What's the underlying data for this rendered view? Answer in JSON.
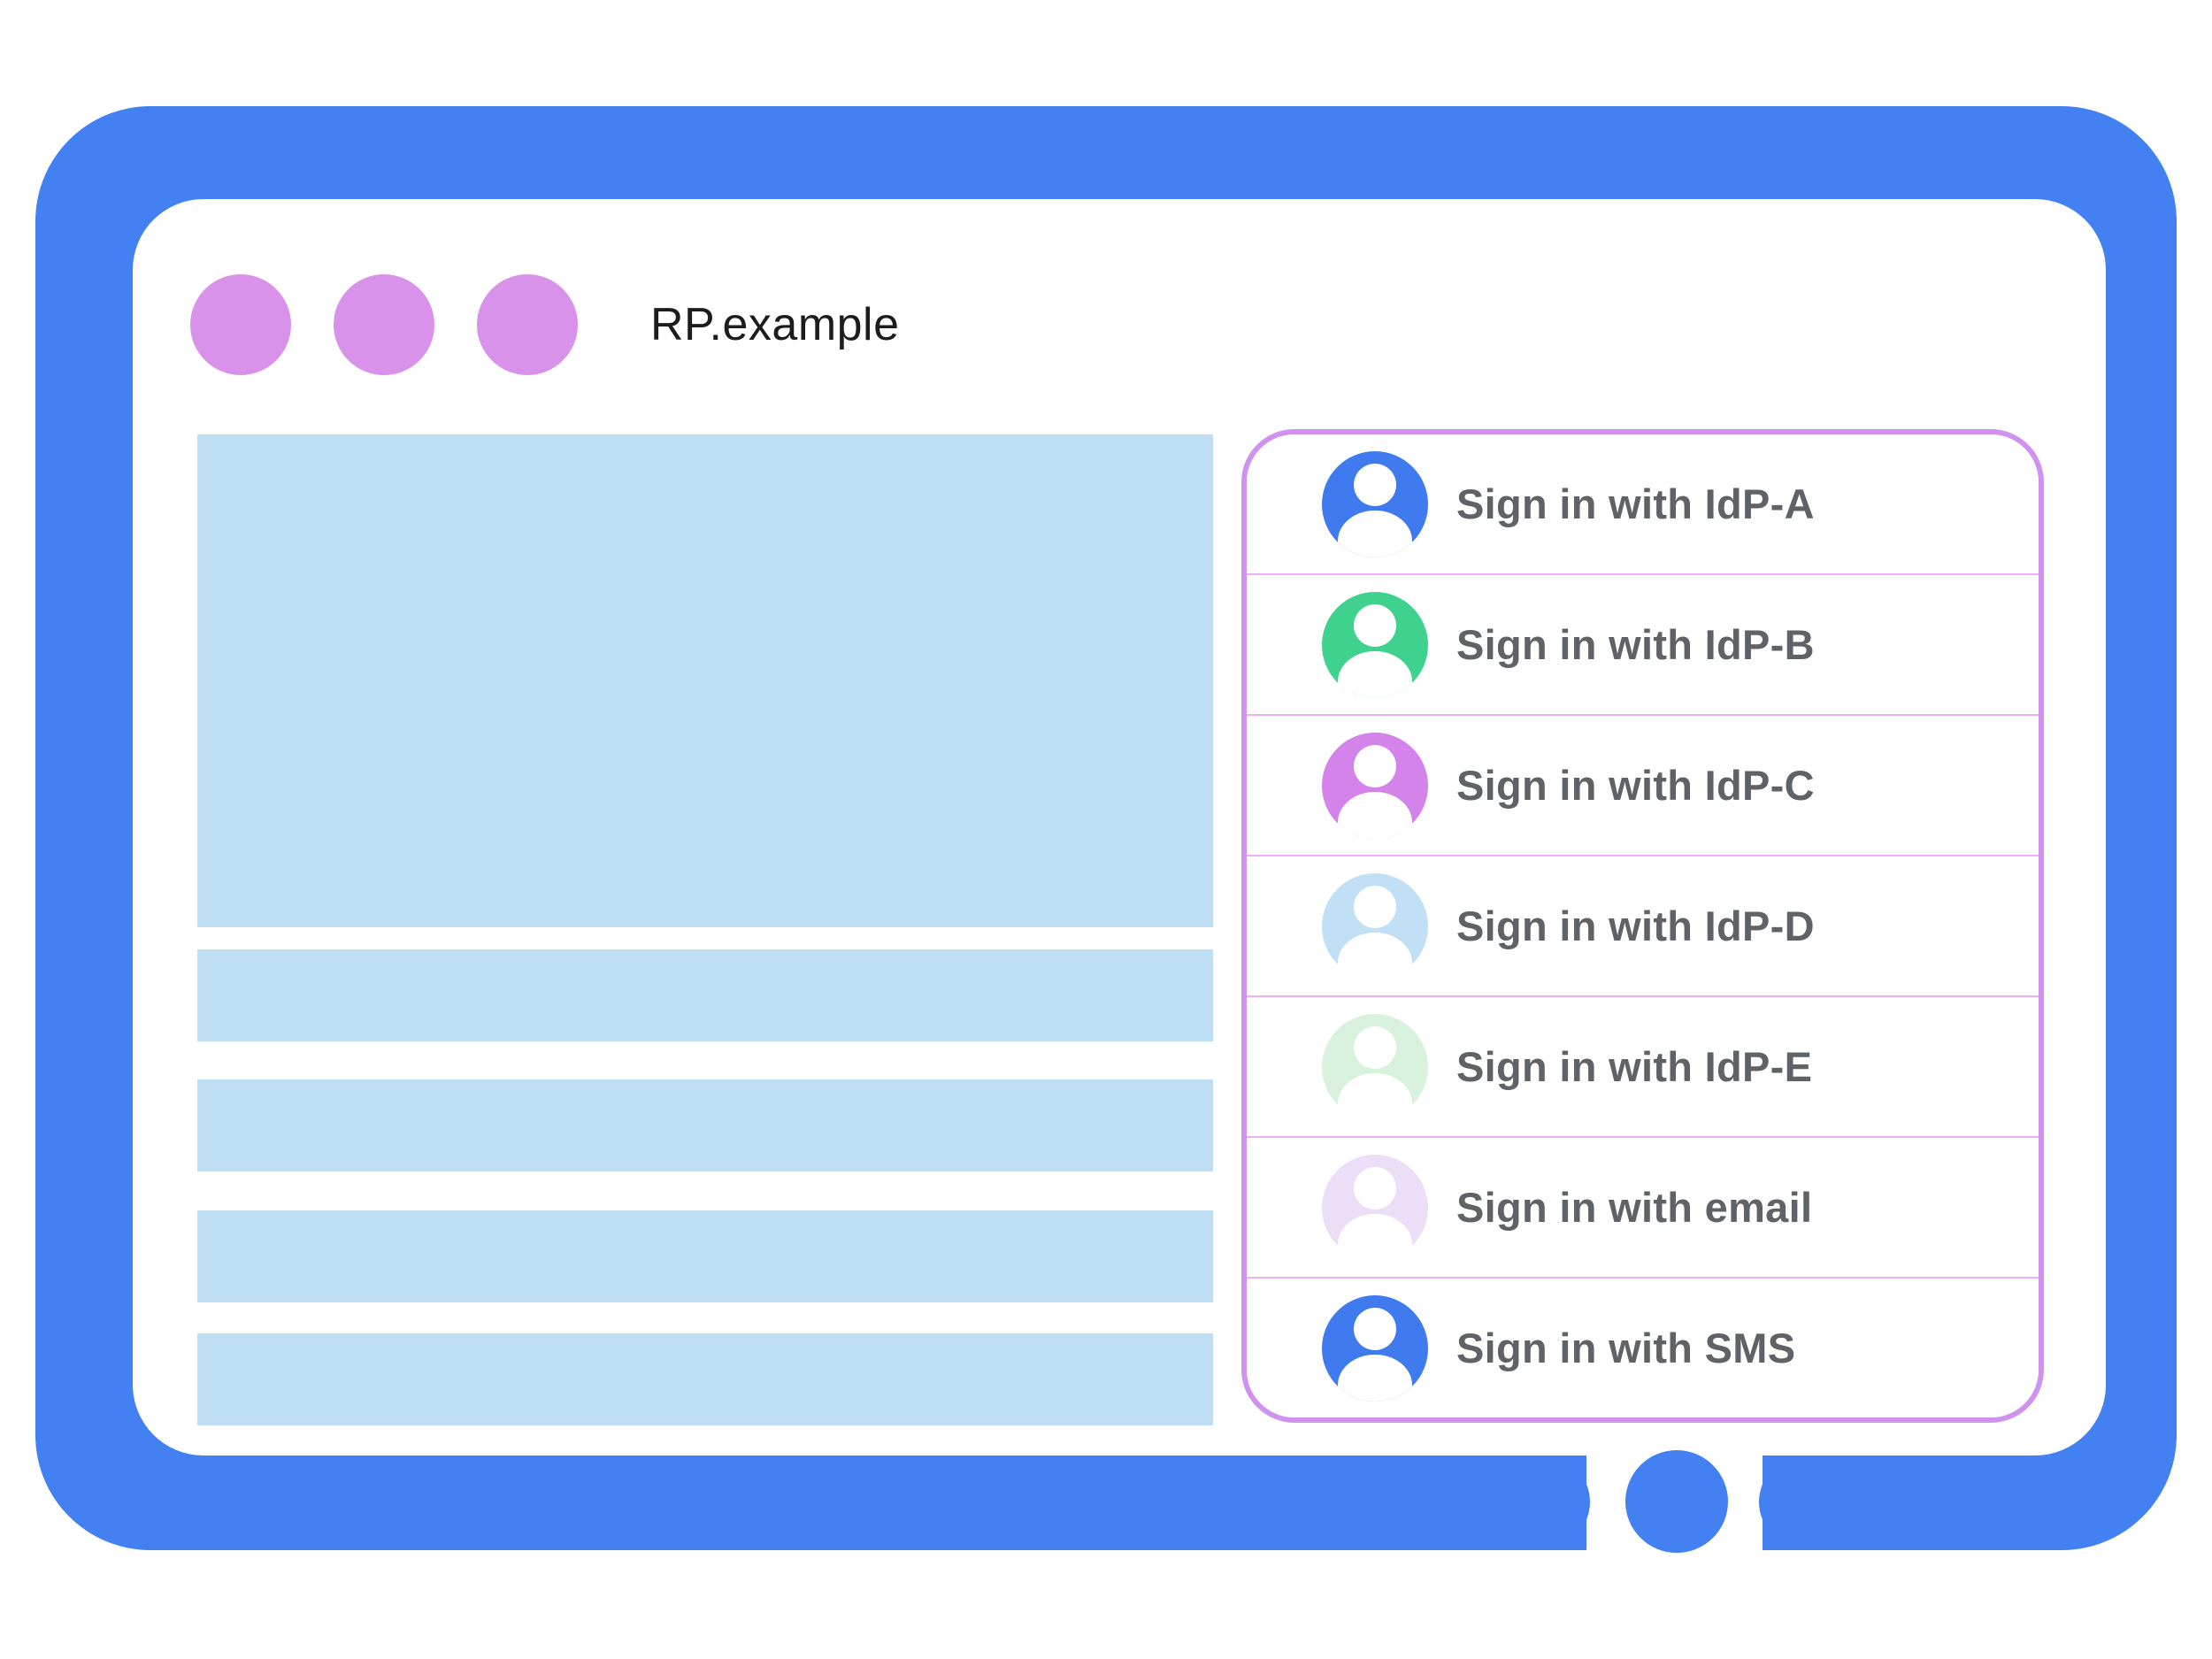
{
  "window": {
    "title": "RP.example",
    "controls": [
      "dot",
      "dot",
      "dot"
    ]
  },
  "signin_panel": {
    "items": [
      {
        "label": "Sign in with IdP-A",
        "avatar_icon": "person-icon",
        "avatar_color": "#3F7BEE"
      },
      {
        "label": "Sign in with IdP-B",
        "avatar_icon": "person-icon",
        "avatar_color": "#3ED28E"
      },
      {
        "label": "Sign in with IdP-C",
        "avatar_icon": "person-icon",
        "avatar_color": "#D383EA"
      },
      {
        "label": "Sign in with IdP-D",
        "avatar_icon": "person-icon",
        "avatar_color": "#C2E0F5"
      },
      {
        "label": "Sign in with IdP-E",
        "avatar_icon": "person-icon",
        "avatar_color": "#D9F2DD"
      },
      {
        "label": "Sign in with email",
        "avatar_icon": "person-icon",
        "avatar_color": "#ECDEF7"
      },
      {
        "label": "Sign in with SMS",
        "avatar_icon": "person-icon",
        "avatar_color": "#3F7BEE"
      }
    ]
  },
  "colors": {
    "frame_blue": "#4381F2",
    "home_button_blue": "#4381F2",
    "dot_purple": "#D892EA",
    "placeholder_blue": "#BFE0F4",
    "panel_border": "#CF92EF",
    "panel_divider": "#E9B2F2",
    "label_gray": "#5F6368",
    "title_black": "#1C1C1C"
  }
}
